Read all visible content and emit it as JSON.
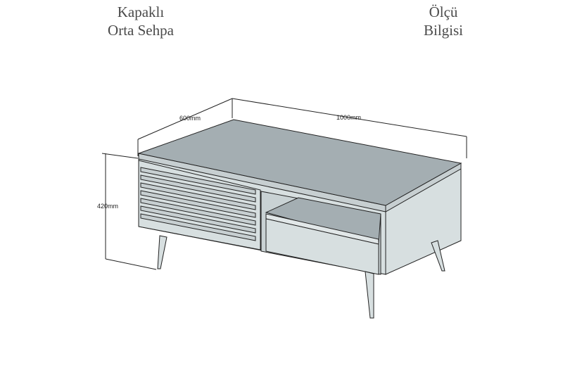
{
  "header": {
    "title_left": [
      "Kapaklı",
      "Orta Sehpa"
    ],
    "title_right": [
      "Ölçü",
      "Bilgisi"
    ]
  },
  "dimensions": {
    "depth": "600mm",
    "width": "1000mm",
    "height": "420mm"
  },
  "colors": {
    "top": "#a4aeb2",
    "body": "#d7dfe0",
    "slats": "#c7cfd1",
    "outline": "#222222"
  }
}
